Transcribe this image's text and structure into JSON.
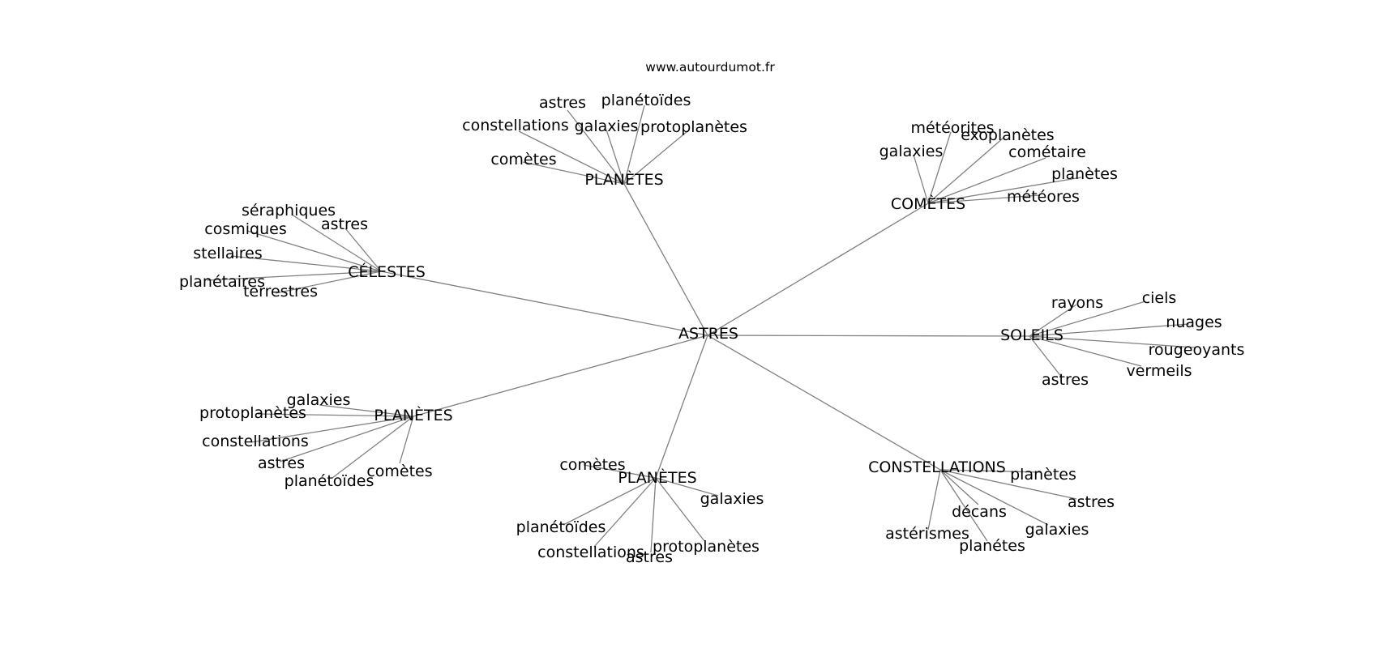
{
  "source": "www.autourdumot.fr",
  "center": {
    "label": "ASTRES"
  },
  "hubs": [
    {
      "label": "PLANÈTES",
      "words": [
        "astres",
        "planétoïdes",
        "constellations",
        "galaxies",
        "protoplanètes",
        "comètes"
      ]
    },
    {
      "label": "COMÈTES",
      "words": [
        "météorites",
        "exoplanètes",
        "galaxies",
        "cométaire",
        "planètes",
        "météores"
      ]
    },
    {
      "label": "CÉLESTES",
      "words": [
        "séraphiques",
        "astres",
        "cosmiques",
        "stellaires",
        "planétaires",
        "terrestres"
      ]
    },
    {
      "label": "SOLEILS",
      "words": [
        "rayons",
        "ciels",
        "nuages",
        "rougeoyants",
        "vermeils",
        "astres"
      ]
    },
    {
      "label": "PLANÈTES",
      "words": [
        "galaxies",
        "protoplanètes",
        "constellations",
        "astres",
        "planétoïdes",
        "comètes"
      ]
    },
    {
      "label": "PLANÈTES",
      "words": [
        "comètes",
        "galaxies",
        "planétoïdes",
        "constellations",
        "astres",
        "protoplanètes"
      ]
    },
    {
      "label": "CONSTELLATIONS",
      "words": [
        "planètes",
        "astres",
        "décans",
        "galaxies",
        "astérismes",
        "planétes"
      ]
    }
  ]
}
